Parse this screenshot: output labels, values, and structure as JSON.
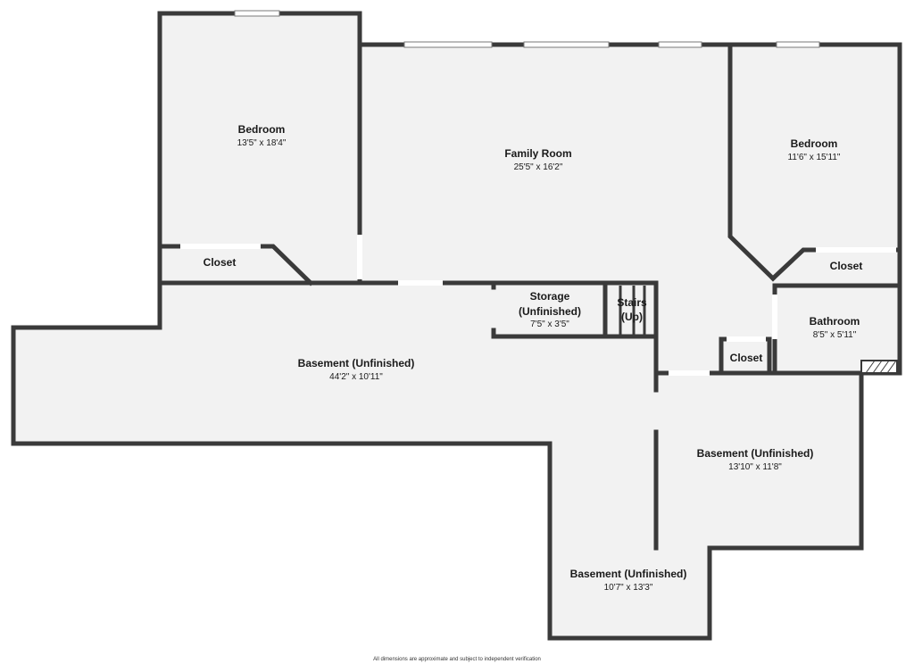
{
  "rooms": {
    "bedroom_left": {
      "name": "Bedroom",
      "dims": "13'5\" x 18'4\""
    },
    "family_room": {
      "name": "Family Room",
      "dims": "25'5\" x 16'2\""
    },
    "bedroom_right": {
      "name": "Bedroom",
      "dims": "11'6\" x 15'11\""
    },
    "closet_left": {
      "name": "Closet"
    },
    "closet_right": {
      "name": "Closet"
    },
    "closet_small": {
      "name": "Closet"
    },
    "storage": {
      "name_line1": "Storage",
      "name_line2": "(Unfinished)",
      "dims": "7'5\" x 3'5\""
    },
    "stairs": {
      "name_line1": "Stairs",
      "name_line2": "(Up)"
    },
    "bathroom": {
      "name": "Bathroom",
      "dims": "8'5\" x 5'11\""
    },
    "basement_main": {
      "name": "Basement (Unfinished)",
      "dims": "44'2\" x 10'11\""
    },
    "basement_right": {
      "name": "Basement (Unfinished)",
      "dims": "13'10\" x 11'8\""
    },
    "basement_bottom": {
      "name": "Basement (Unfinished)",
      "dims": "10'7\" x 13'3\""
    }
  },
  "footer": {
    "disclaimer": "All dimensions are approximate and subject to independent verification"
  }
}
